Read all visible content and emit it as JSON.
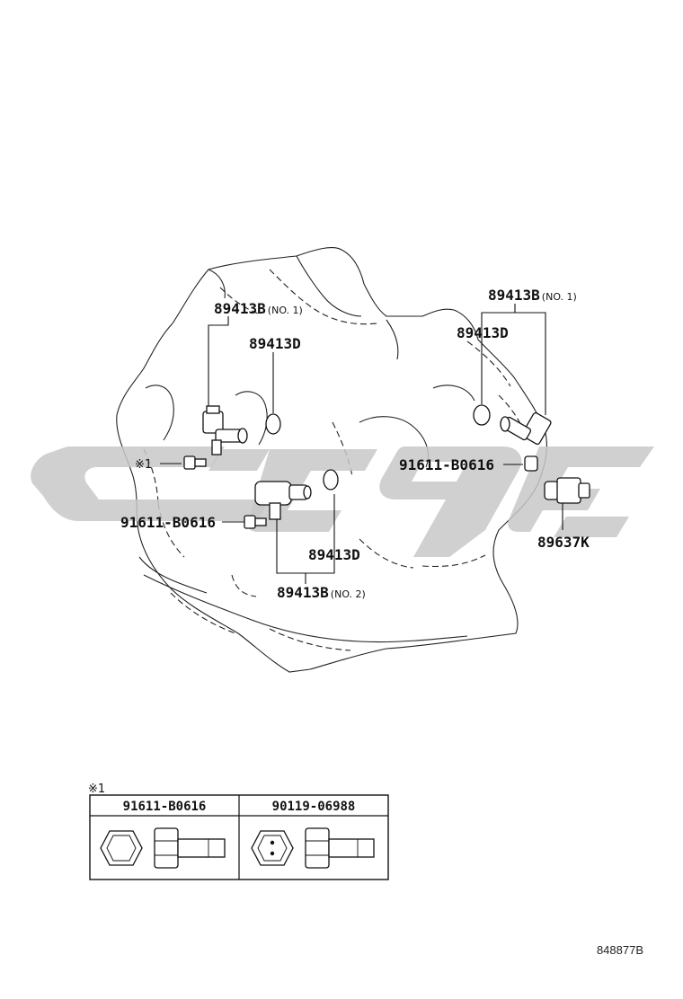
{
  "callouts": {
    "left_sensor_no1_part": "89413B",
    "left_sensor_no1_suffix": "(NO. 1)",
    "left_oring_upper": "89413D",
    "left_bolt_note": "※1",
    "left_bolt": "91611-B0616",
    "center_oring": "89413D",
    "center_sensor_no2_part": "89413B",
    "center_sensor_no2_suffix": "(NO. 2)",
    "right_sensor_no1_part": "89413B",
    "right_sensor_no1_suffix": "(NO. 1)",
    "right_oring": "89413D",
    "right_bolt": "91611-B0616",
    "right_switch": "89637K"
  },
  "bolt_table": {
    "note": "※1",
    "columns": [
      {
        "part": "91611-B0616",
        "head_type": "hex-head-bolt-icon"
      },
      {
        "part": "90119-06988",
        "head_type": "marked-hex-bolt-icon"
      }
    ]
  },
  "figure_code": "848877B",
  "colors": {
    "line": "#111111",
    "watermark": "#c8c8c8",
    "background": "#ffffff"
  }
}
